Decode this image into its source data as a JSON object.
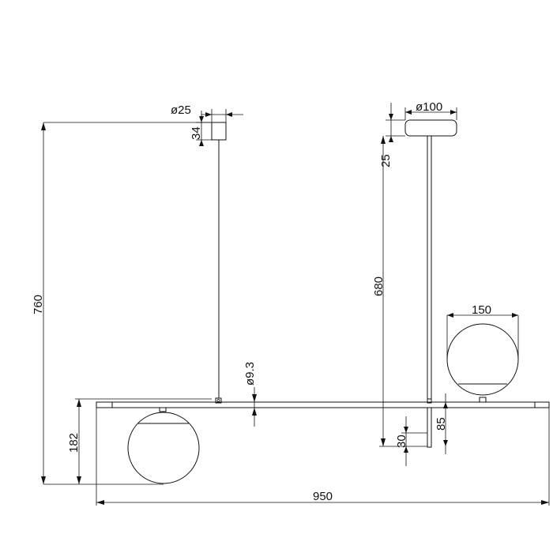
{
  "drawing": {
    "dimensions": {
      "canopy_small_diameter": "ø25",
      "canopy_small_height": "34",
      "canopy_large_diameter": "ø100",
      "canopy_large_height": "25",
      "total_height": "760",
      "rod_height": "680",
      "globe_diameter": "150",
      "bar_thickness": "ø9.3",
      "lower_globe_drop": "182",
      "end_stub": "30",
      "upper_globe_offset": "85",
      "total_width": "950"
    }
  }
}
